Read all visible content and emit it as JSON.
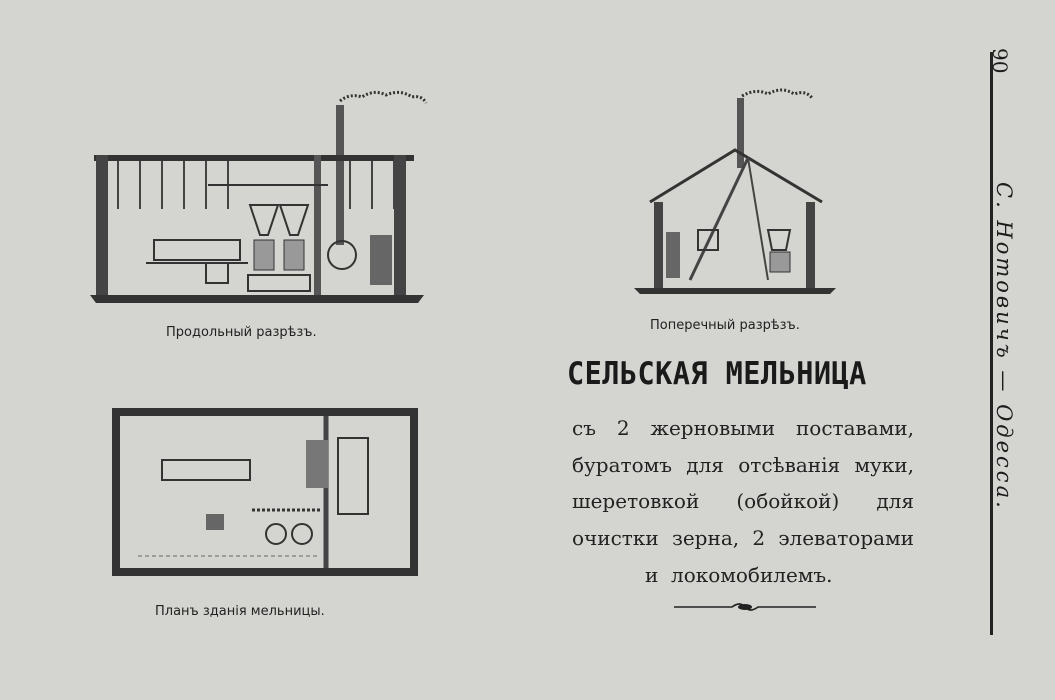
{
  "page_number": "90",
  "running_head": "С. Нотовичъ — Одесса.",
  "figures": {
    "longitudinal_caption": "Продольный разрѣзъ.",
    "cross_caption": "Поперечный разрѣзъ.",
    "plan_caption": "Планъ зданія мельницы."
  },
  "heading": "СЕЛЬСКАЯ МЕЛЬНИЦА",
  "description": {
    "line1": [
      "съ",
      "2",
      "жерновыми",
      "поставами,"
    ],
    "line2": [
      "буратомъ",
      "для",
      "отсѣванія",
      "муки,"
    ],
    "line3": [
      "шеретовкой",
      "(обойкой)",
      "для"
    ],
    "line4": [
      "очистки",
      "зерна,",
      "2",
      "элеваторами"
    ],
    "line5": "и  локомобилемъ."
  },
  "colors": {
    "paper": "#d4d4d0",
    "ink": "#1c1c1c"
  }
}
